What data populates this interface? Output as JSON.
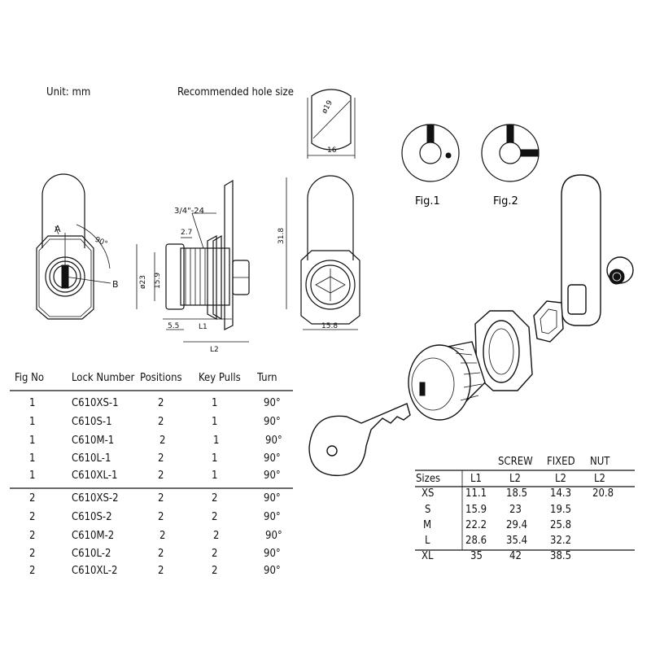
{
  "header": {
    "unit": "Unit: mm",
    "hole_title": "Recommended hole size"
  },
  "hole": {
    "dia": "ø19",
    "width": "16"
  },
  "figs": {
    "fig1": "Fig.1",
    "fig2": "Fig.2"
  },
  "front_view": {
    "a": "A",
    "b": "B",
    "angle": "90°"
  },
  "side_view": {
    "thread": "3/4\"-24",
    "d27": "2.7",
    "d23": "ø23",
    "d159": "15.9",
    "d55": "5.5",
    "l1": "L1",
    "l2": "L2"
  },
  "back_view": {
    "d318": "31.8",
    "d158": "15.8"
  },
  "lock_table": {
    "headers": [
      "Fig No",
      "Lock Number",
      "Positions",
      "Key Pulls",
      "Turn"
    ],
    "rows": [
      [
        "1",
        "C610XS-1",
        "2",
        "1",
        "90°"
      ],
      [
        "1",
        "C610S-1",
        "2",
        "1",
        "90°"
      ],
      [
        "1",
        "C610M-1",
        "2",
        "1",
        "90°"
      ],
      [
        "1",
        "C610L-1",
        "2",
        "1",
        "90°"
      ],
      [
        "1",
        "C610XL-1",
        "2",
        "1",
        "90°"
      ],
      [
        "2",
        "C610XS-2",
        "2",
        "2",
        "90°"
      ],
      [
        "2",
        "C610S-2",
        "2",
        "2",
        "90°"
      ],
      [
        "2",
        "C610M-2",
        "2",
        "2",
        "90°"
      ],
      [
        "2",
        "C610L-2",
        "2",
        "2",
        "90°"
      ],
      [
        "2",
        "C610XL-2",
        "2",
        "2",
        "90°"
      ]
    ]
  },
  "size_table": {
    "group_headers": [
      "SCREW",
      "FIXED",
      "NUT"
    ],
    "headers": [
      "Sizes",
      "L1",
      "L2",
      "L2",
      "L2"
    ],
    "rows": [
      [
        "XS",
        "11.1",
        "18.5",
        "14.3",
        "20.8"
      ],
      [
        "S",
        "15.9",
        "23",
        "19.5",
        ""
      ],
      [
        "M",
        "22.2",
        "29.4",
        "25.8",
        ""
      ],
      [
        "L",
        "28.6",
        "35.4",
        "32.2",
        ""
      ],
      [
        "XL",
        "35",
        "42",
        "38.5",
        ""
      ]
    ]
  }
}
